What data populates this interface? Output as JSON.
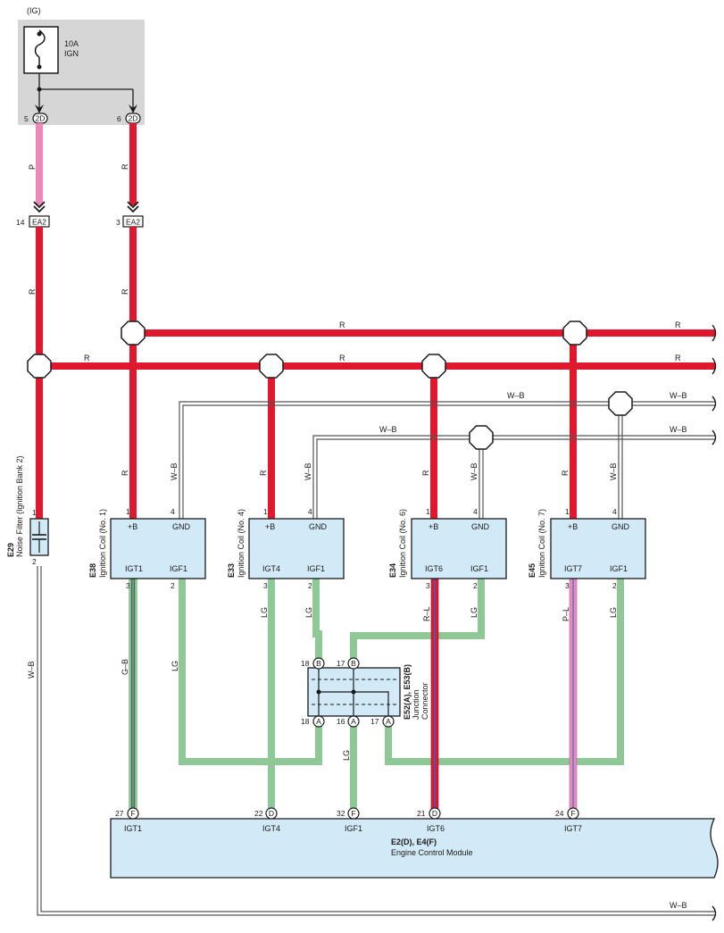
{
  "power": {
    "source": "(IG)",
    "fuse_rating": "10A",
    "fuse_name": "IGN"
  },
  "connectors": {
    "c2d": "2D",
    "c2d_pin_a": "5",
    "c2d_pin_b": "6",
    "ea2": "EA2",
    "ea2_pin_a": "14",
    "ea2_pin_b": "3"
  },
  "wires": {
    "p": "P",
    "r": "R",
    "wb": "W–B",
    "lg": "LG",
    "gb": "G–B",
    "rl": "R–L",
    "pl": "P–L"
  },
  "noise_filter": {
    "code": "E29",
    "name": "Noise Filter (Ignition Bank 2)",
    "pin1": "1",
    "pin2": "2"
  },
  "coils": [
    {
      "code": "E38",
      "name": "Ignition Coil (No. 1)",
      "t_b": "+B",
      "t_gnd": "GND",
      "t_sig": "IGT1",
      "t_fb": "IGF1",
      "p1": "1",
      "p4": "4",
      "p3": "3",
      "p2": "2"
    },
    {
      "code": "E33",
      "name": "Ignition Coil (No. 4)",
      "t_b": "+B",
      "t_gnd": "GND",
      "t_sig": "IGT4",
      "t_fb": "IGF1",
      "p1": "1",
      "p4": "4",
      "p3": "3",
      "p2": "2"
    },
    {
      "code": "E34",
      "name": "Ignition Coil (No. 6)",
      "t_b": "+B",
      "t_gnd": "GND",
      "t_sig": "IGT6",
      "t_fb": "IGF1",
      "p1": "1",
      "p4": "4",
      "p3": "3",
      "p2": "2"
    },
    {
      "code": "E45",
      "name": "Ignition Coil (No. 7)",
      "t_b": "+B",
      "t_gnd": "GND",
      "t_sig": "IGT7",
      "t_fb": "IGF1",
      "p1": "1",
      "p4": "4",
      "p3": "3",
      "p2": "2"
    }
  ],
  "junction": {
    "code": "E52(A), E53(B)",
    "name_line1": "Junction",
    "name_line2": "Connector",
    "top_pins": [
      {
        "num": "18",
        "letter": "B"
      },
      {
        "num": "17",
        "letter": "B"
      }
    ],
    "bottom_pins": [
      {
        "num": "18",
        "letter": "A"
      },
      {
        "num": "16",
        "letter": "A"
      },
      {
        "num": "17",
        "letter": "A"
      }
    ]
  },
  "ecm": {
    "code": "E2(D), E4(F)",
    "name": "Engine Control Module",
    "pins": [
      {
        "num": "27",
        "letter": "F",
        "label": "IGT1"
      },
      {
        "num": "22",
        "letter": "D",
        "label": "IGT4"
      },
      {
        "num": "32",
        "letter": "F",
        "label": "IGF1"
      },
      {
        "num": "21",
        "letter": "D",
        "label": "IGT6"
      },
      {
        "num": "24",
        "letter": "F",
        "label": "IGT7"
      }
    ]
  },
  "colors": {
    "red": "#e0182d",
    "pink": "#ee88b8",
    "lg": "#8dc896",
    "wb": "#555555",
    "component_fill": "#d2e9f7",
    "relay_fill": "#d6d6d6",
    "green": "#1e8a3a",
    "blue": "#5b7fd0"
  }
}
